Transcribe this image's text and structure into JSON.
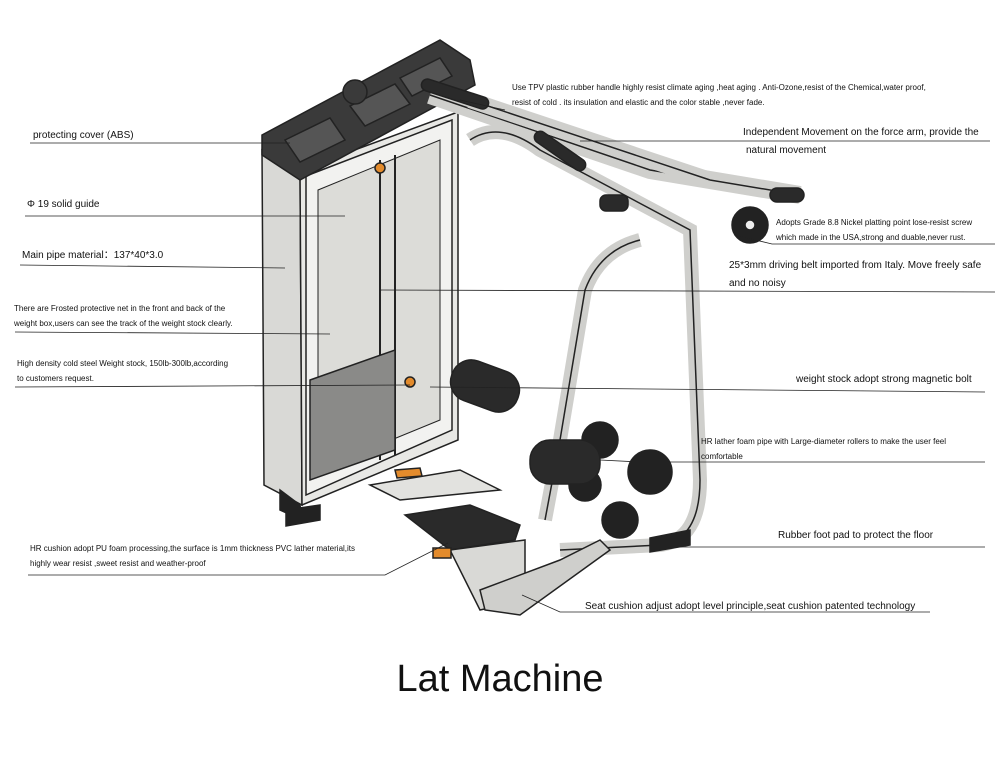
{
  "title": "Lat Machine",
  "colors": {
    "frame": "#d9d9d6",
    "dark": "#2a2a2a",
    "accent": "#e38b2c",
    "line": "#222222"
  },
  "labels": {
    "cover": "protecting cover (ABS)",
    "guide": "Φ 19 solid guide",
    "pipe": "Main pipe material：137*40*3.0",
    "net_1": "There are Frosted protective net in the front and back of the",
    "net_2": "weight box,users can see the track of the weight stock clearly.",
    "stock_1": "High density cold steel Weight stock,  150lb-300lb,according",
    "stock_2": "to customers request.",
    "cushion_1": "HR  cushion adopt PU foam processing,the surface is 1mm thickness PVC lather material,its",
    "cushion_2": "highly wear resist ,sweet resist and weather-proof",
    "tpv_1": "Use TPV plastic rubber handle highly resist climate aging ,heat aging . Anti-Ozone,resist of the Chemical,water proof,",
    "tpv_2": "resist of cold  . its insulation and elastic and the color stable ,never fade.",
    "indep_1": "Independent Movement on the force arm, provide the",
    "indep_2": "natural movement",
    "screw_1": "Adopts Grade 8.8 Nickel platting point lose-resist screw",
    "screw_2": "which made in the USA,strong and duable,never rust.",
    "belt_1": "25*3mm driving belt imported from Italy. Move freely safe",
    "belt_2": "and no noisy",
    "bolt": "weight stock adopt strong magnetic bolt",
    "foam_1": "HR lather foam pipe with Large-diameter rollers to make the user feel",
    "foam_2": "comfortable",
    "foot": "Rubber foot pad to protect the floor",
    "seat": "Seat cushion adjust adopt level principle,seat cushion patented technology"
  }
}
